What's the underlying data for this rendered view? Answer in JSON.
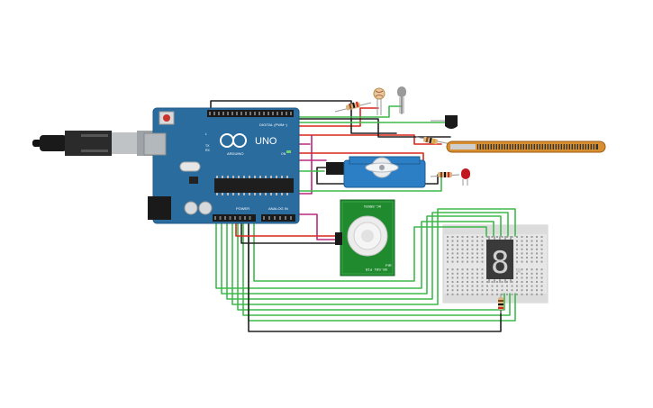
{
  "arduino": {
    "logo_text": "UNO",
    "brand_text": "ARDUINO",
    "digital_label": "DIGITAL (PWM~)",
    "power_label": "POWER",
    "analog_label": "ANALOG IN",
    "tx_label": "TX",
    "rx_label": "RX",
    "l_label": "L",
    "on_label": "ON",
    "board_color": "#2a6c9e"
  },
  "pir_sensor": {
    "top_label": "HC-SR501",
    "bottom_label": "SR-501 PIR",
    "side_label": "PIR",
    "board_color": "#1f8a2e"
  },
  "seven_segment": {
    "digit": "8."
  },
  "wire_colors": {
    "green": "#3dba4a",
    "black": "#222222",
    "red": "#d9261c",
    "magenta": "#b8297f",
    "grey": "#7f7f7f"
  }
}
